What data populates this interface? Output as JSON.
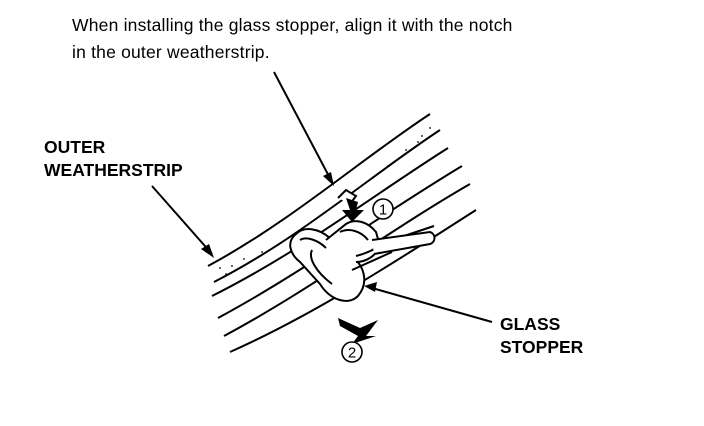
{
  "note": {
    "line1": "When installing the glass stopper, align it with the notch",
    "line2": "in the outer weatherstrip."
  },
  "labels": {
    "outer_weatherstrip": {
      "line1": "OUTER",
      "line2": "WEATHERSTRIP"
    },
    "glass_stopper": {
      "line1": "GLASS",
      "line2": "STOPPER"
    }
  },
  "steps": {
    "step1": "1",
    "step2": "2"
  }
}
